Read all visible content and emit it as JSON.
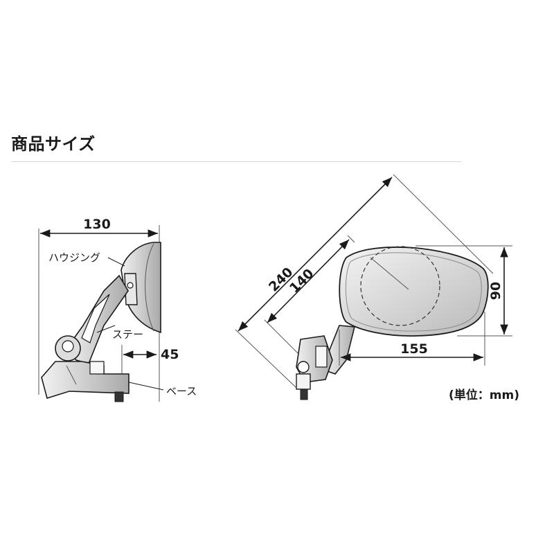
{
  "section": {
    "title": "商品サイズ"
  },
  "side_view": {
    "dim_width": "130",
    "dim_offset": "45",
    "label_housing": "ハウジング",
    "label_stay": "ステー",
    "label_base": "ベース"
  },
  "front_view": {
    "dim_total": "240",
    "dim_inner": "140",
    "dim_height": "90",
    "dim_mirror_width": "155"
  },
  "unit_note": "(単位：mm)"
}
